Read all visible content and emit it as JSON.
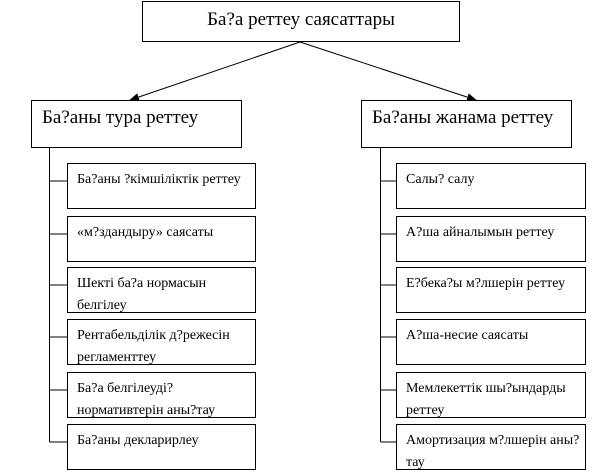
{
  "root": {
    "title": "Ба?а реттеу саясаттары"
  },
  "left": {
    "title": "Ба?аны тура реттеу",
    "items": [
      "Ба?аны ?кімшіліктік реттеу",
      "«м?здандыру» саясаты",
      "Шекті ба?а нормасын белгілеу",
      "Рентабельділік д?режесін регламенттеу",
      "Ба?а белгілеуді? нормативтерін аны?тау",
      "Ба?аны декларирлеу"
    ]
  },
  "right": {
    "title": "Ба?аны жанама реттеу",
    "items": [
      "Салы? салу",
      "А?ша айналымын реттеу",
      "Е?бека?ы м?лшерін реттеу",
      "А?ша-несие саясаты",
      "Мемлекеттік шы?ындарды реттеу",
      "Амортизация м?лшерін аны?тау"
    ]
  }
}
